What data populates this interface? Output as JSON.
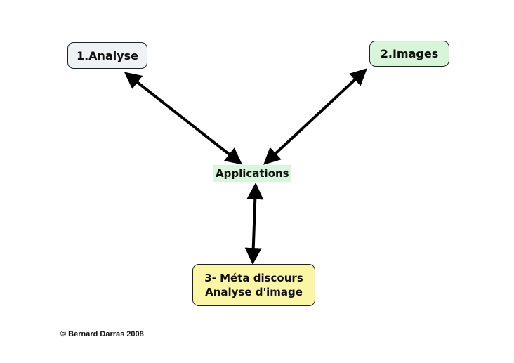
{
  "diagram": {
    "nodes": {
      "analyse": {
        "label": "1.Analyse"
      },
      "images": {
        "label": "2.Images"
      },
      "meta": {
        "line1": "3- Méta discours",
        "line2": "Analyse d'image"
      }
    },
    "center": {
      "label": "Applications"
    },
    "footer": {
      "copyright": "© Bernard Darras 2008"
    },
    "colors": {
      "analyse_fill": "#eef2f5",
      "images_fill": "#d6f5d9",
      "meta_fill": "#fbf5a6",
      "center_fill": "#d9f5dc",
      "arrow": "#000000"
    }
  }
}
